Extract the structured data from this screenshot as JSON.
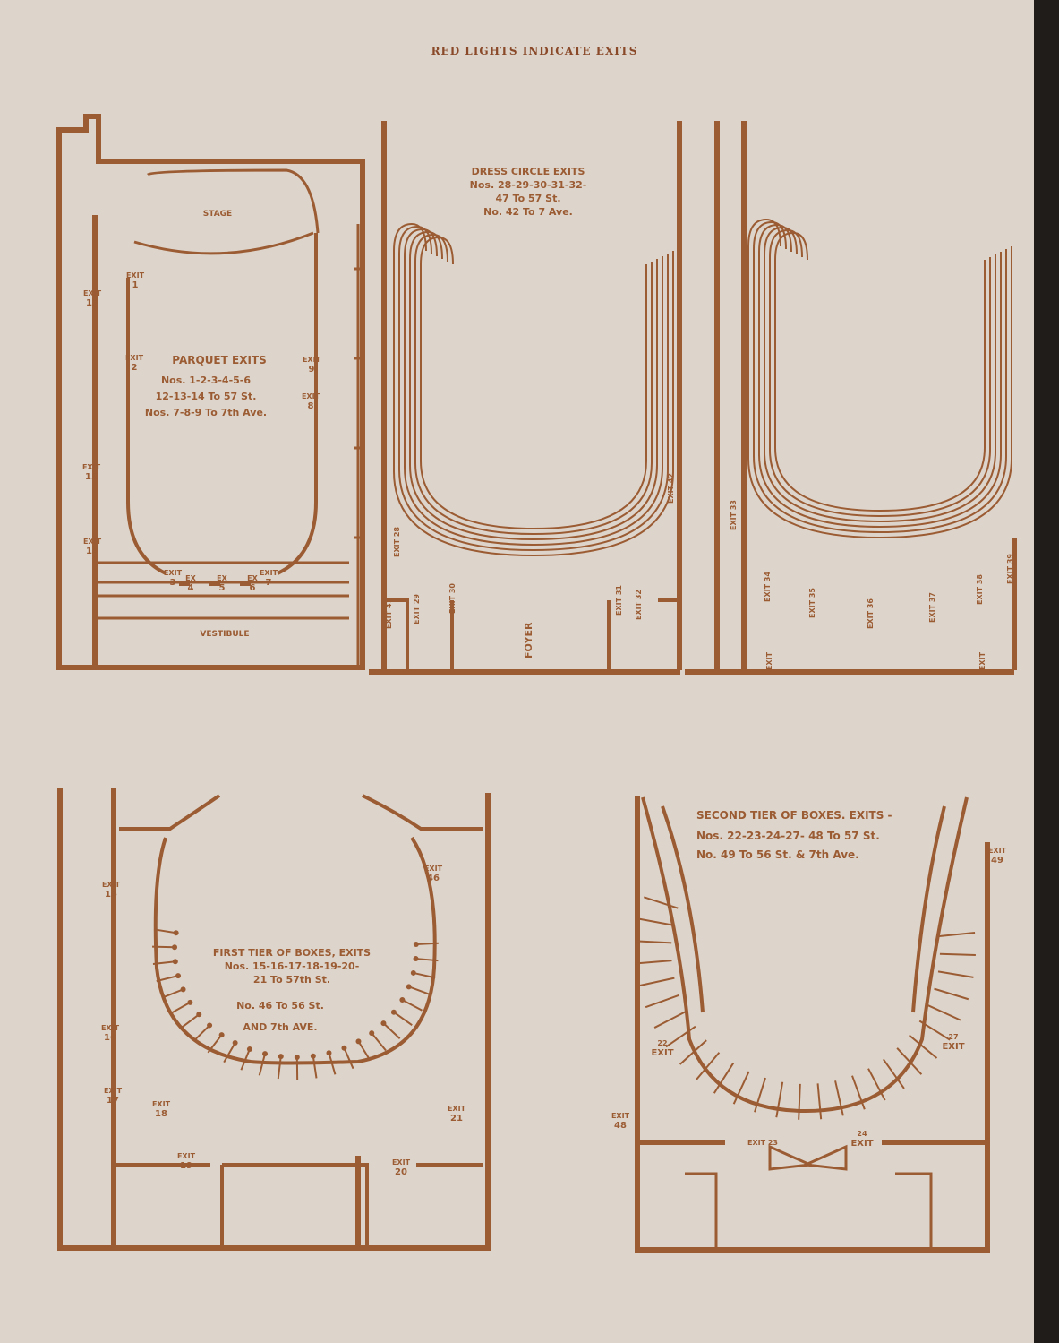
{
  "header": "RED LIGHTS INDICATE EXITS",
  "ink_color": "#9b5b33",
  "paper_color": "#ddd5cb",
  "parquet": {
    "stage": "STAGE",
    "vestibule": "VESTIBULE",
    "title": "PARQUET EXITS",
    "lines": [
      "Nos. 1-2-3-4-5-6",
      "12-13-14 To 57 St.",
      "Nos. 7-8-9 To 7th Ave."
    ],
    "exits": [
      {
        "a": "EXIT",
        "b": "12"
      },
      {
        "a": "EXIT",
        "b": "1"
      },
      {
        "a": "EXIT",
        "b": "2"
      },
      {
        "a": "EXIT",
        "b": "9"
      },
      {
        "a": "EXIT",
        "b": "8"
      },
      {
        "a": "EXIT",
        "b": "13"
      },
      {
        "a": "EXIT",
        "b": "14"
      },
      {
        "a": "EXIT",
        "b": "3"
      },
      {
        "a": "EX",
        "b": "4"
      },
      {
        "a": "EX",
        "b": "5"
      },
      {
        "a": "EX",
        "b": "6"
      },
      {
        "a": "EXIT",
        "b": "7"
      }
    ]
  },
  "dress_circle": {
    "lines": [
      "DRESS CIRCLE EXITS",
      "Nos. 28-29-30-31-32-",
      "47 To 57 St.",
      "No. 42 To 7 Ave."
    ],
    "foyer": "FOYER",
    "exits": [
      "EXIT 28",
      "EXIT 47",
      "EXIT 29",
      "EXIT 30",
      "EXIT 31",
      "EXIT 32",
      "EXIT 42"
    ]
  },
  "balcony": {
    "exits": [
      "EXIT 33",
      "EXIT 34",
      "EXIT 35",
      "EXIT 36",
      "EXIT 37",
      "EXIT 38",
      "EXIT 39",
      "EXIT",
      "EXIT"
    ]
  },
  "first_tier": {
    "lines": [
      "FIRST TIER OF BOXES, EXITS",
      "Nos. 15-16-17-18-19-20-",
      "21 To 57th St.",
      "No. 46 To 56 St.",
      "AND 7th AVE."
    ],
    "exits": [
      {
        "a": "EXIT",
        "b": "15"
      },
      {
        "a": "EXIT",
        "b": "16"
      },
      {
        "a": "EXIT",
        "b": "17"
      },
      {
        "a": "EXIT",
        "b": "18"
      },
      {
        "a": "EXIT",
        "b": "19"
      },
      {
        "a": "EXIT",
        "b": "20"
      },
      {
        "a": "EXIT",
        "b": "21"
      },
      {
        "a": "EXIT",
        "b": "46"
      }
    ]
  },
  "second_tier": {
    "lines": [
      "SECOND TIER OF BOXES. EXITS -",
      "Nos. 22-23-24-27- 48 To 57 St.",
      "No. 49 To 56 St. & 7th Ave."
    ],
    "exits": [
      {
        "a": "EXIT",
        "b": "49"
      },
      {
        "a": "22",
        "b": "EXIT"
      },
      {
        "a": "27",
        "b": "EXIT"
      },
      {
        "a": "EXIT",
        "b": "48"
      },
      {
        "a": "EXIT 23",
        "b": ""
      },
      {
        "a": "24",
        "b": "EXIT"
      }
    ]
  }
}
